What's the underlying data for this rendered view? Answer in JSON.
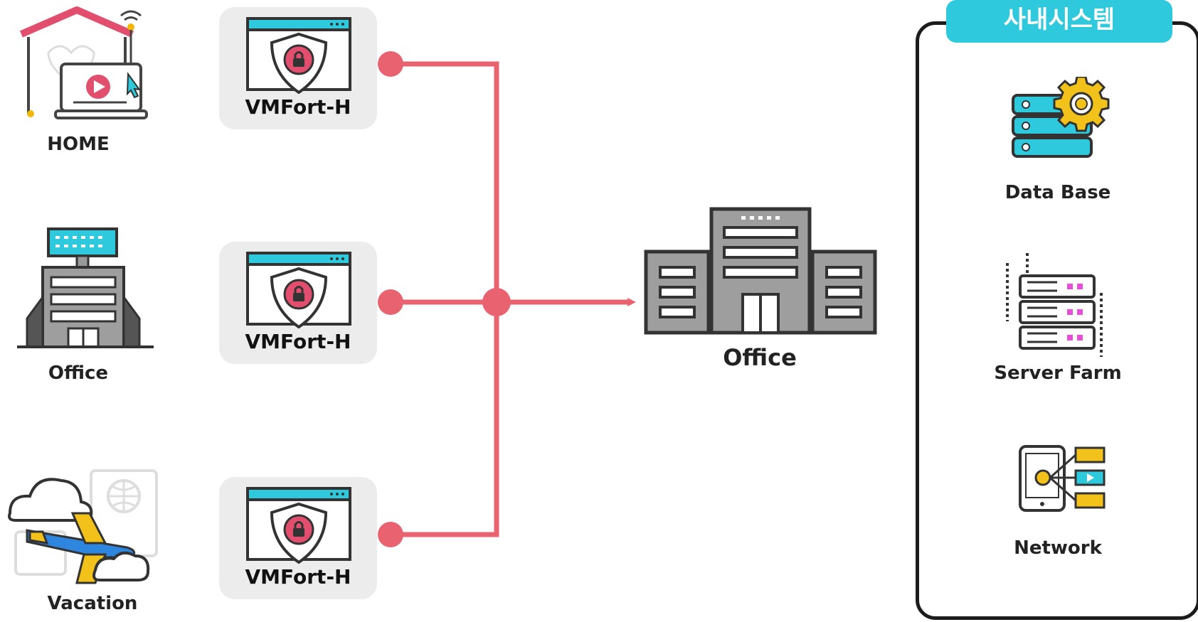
{
  "sources": [
    {
      "label": "HOME",
      "icon": "home-laptop-icon"
    },
    {
      "label": "Office",
      "icon": "office-tower-icon"
    },
    {
      "label": "Vacation",
      "icon": "airplane-vacation-icon"
    }
  ],
  "gateways": [
    {
      "label": "VMFort-H",
      "icon": "shield-lock-window-icon"
    },
    {
      "label": "VMFort-H",
      "icon": "shield-lock-window-icon"
    },
    {
      "label": "VMFort-H",
      "icon": "shield-lock-window-icon"
    }
  ],
  "destination": {
    "label": "Office",
    "icon": "office-building-icon"
  },
  "internal_system": {
    "title": "사내시스템",
    "items": [
      {
        "label": "Data Base",
        "icon": "database-gear-icon"
      },
      {
        "label": "Server Farm",
        "icon": "server-rack-icon"
      },
      {
        "label": "Network",
        "icon": "mobile-network-icon"
      }
    ]
  },
  "colors": {
    "connector": "#e8636f",
    "accent": "#2ec9dd",
    "card": "#ececec",
    "building": "#9e9e9e"
  }
}
